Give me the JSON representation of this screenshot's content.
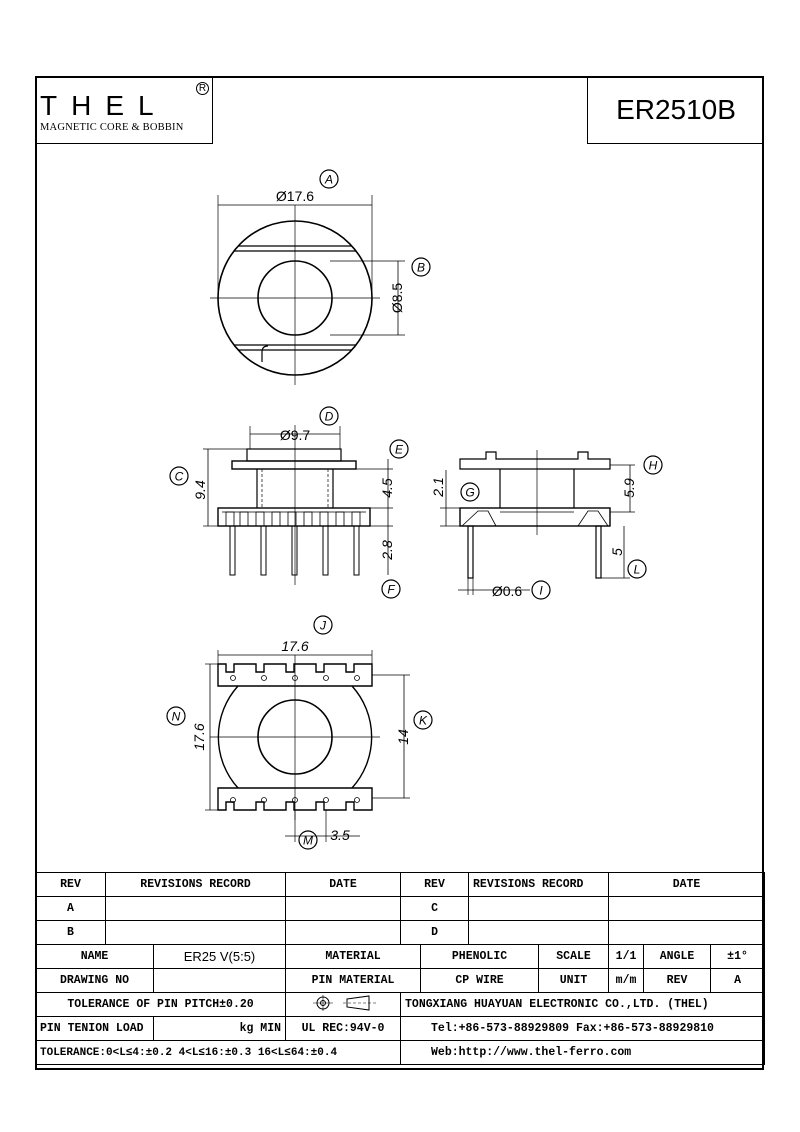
{
  "logo": {
    "brand": "THEL",
    "registered": "R",
    "subtitle": "MAGNETIC CORE & BOBBIN"
  },
  "part_number": "ER2510B",
  "dimensions": {
    "A": {
      "callout": "A",
      "value": "Ø17.6"
    },
    "B": {
      "callout": "B",
      "value": "Ø8.5"
    },
    "C": {
      "callout": "C",
      "value": "9.4"
    },
    "D": {
      "callout": "D",
      "value": "Ø9.7"
    },
    "E": {
      "callout": "E",
      "value": "4.5"
    },
    "F": {
      "callout": "F",
      "value": "2.8"
    },
    "G": {
      "callout": "G",
      "value": "2.1"
    },
    "H": {
      "callout": "H",
      "value": "5.9"
    },
    "I": {
      "callout": "I",
      "value": "Ø0.6"
    },
    "J": {
      "callout": "J",
      "value": "17.6"
    },
    "K": {
      "callout": "K",
      "value": "14"
    },
    "L": {
      "callout": "L",
      "value": "5"
    },
    "M": {
      "callout": "M",
      "value": "3.5"
    },
    "N": {
      "callout": "N",
      "value": "17.6"
    }
  },
  "revisions": {
    "headers": {
      "rev": "REV",
      "record": "REVISIONS RECORD",
      "date": "DATE"
    },
    "left_rows": [
      "A",
      "B"
    ],
    "right_rows": [
      "C",
      "D"
    ]
  },
  "info": {
    "name_label": "NAME",
    "name_value": "ER25 V(5:5)",
    "material_label": "MATERIAL",
    "material_value": "PHENOLIC",
    "scale_label": "SCALE",
    "scale_value": "1/1",
    "angle_label": "ANGLE",
    "angle_value": "±1°",
    "drawing_no_label": "DRAWING NO",
    "pin_material_label": "PIN MATERIAL",
    "pin_material_value": "CP WIRE",
    "unit_label": "UNIT",
    "unit_value": "m/m",
    "rev_label": "REV",
    "rev_value": "A",
    "tolerance_pitch": "TOLERANCE OF PIN PITCH±0.20",
    "company": "TONGXIANG HUAYUAN ELECTRONIC CO.,LTD. (THEL)",
    "pin_tension_label": "PIN TENION LOAD",
    "pin_tension_unit": "kg MIN",
    "ul": "UL REC:94V-0",
    "tel": "Tel:+86-573-88929809 Fax:+86-573-88929810",
    "tolerance": "TOLERANCE:0<L≤4:±0.2  4<L≤16:±0.3  16<L≤64:±0.4",
    "web": "Web:http://www.thel-ferro.com"
  }
}
